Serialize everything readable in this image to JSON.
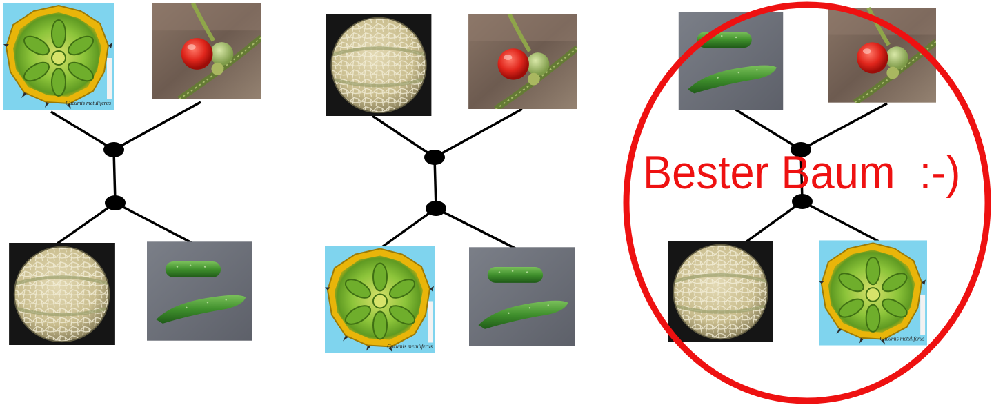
{
  "diagram": {
    "highlight_label": "Bester Baum  :-)",
    "highlight_color": "#ee1111",
    "species": {
      "kiwano": {
        "icon": "kiwano-icon",
        "caption": "Cucumis metuliferus"
      },
      "tomato": {
        "icon": "tomato-icon"
      },
      "melon": {
        "icon": "melon-icon"
      },
      "cucumber": {
        "icon": "cucumber-icon"
      }
    },
    "trees": [
      {
        "name": "tree-1",
        "top_left": "kiwano",
        "top_right": "tomato",
        "bottom_left": "melon",
        "bottom_right": "cucumber"
      },
      {
        "name": "tree-2",
        "top_left": "melon",
        "top_right": "tomato",
        "bottom_left": "kiwano",
        "bottom_right": "cucumber"
      },
      {
        "name": "tree-3",
        "top_left": "cucumber",
        "top_right": "tomato",
        "bottom_left": "melon",
        "bottom_right": "kiwano",
        "highlighted": true
      }
    ]
  }
}
